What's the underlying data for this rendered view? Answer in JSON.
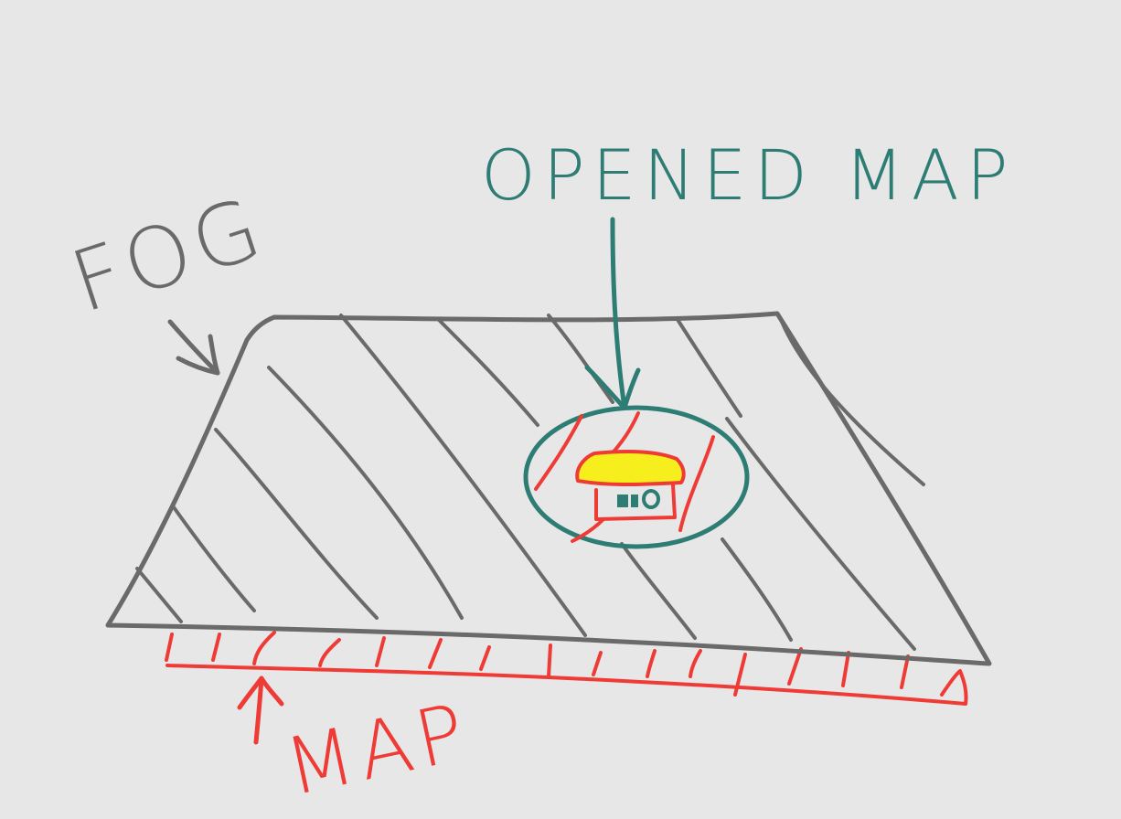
{
  "labels": {
    "fog": "FOG",
    "opened_map": "OPENED MAP",
    "map": "MAP"
  },
  "colors": {
    "background": "#e7e7e7",
    "fog_gray": "#6a6a6a",
    "map_red": "#ef3b36",
    "teal": "#2e7d74",
    "house_roof_yellow": "#f6ee1d"
  },
  "icons": {
    "house": "house-icon"
  }
}
